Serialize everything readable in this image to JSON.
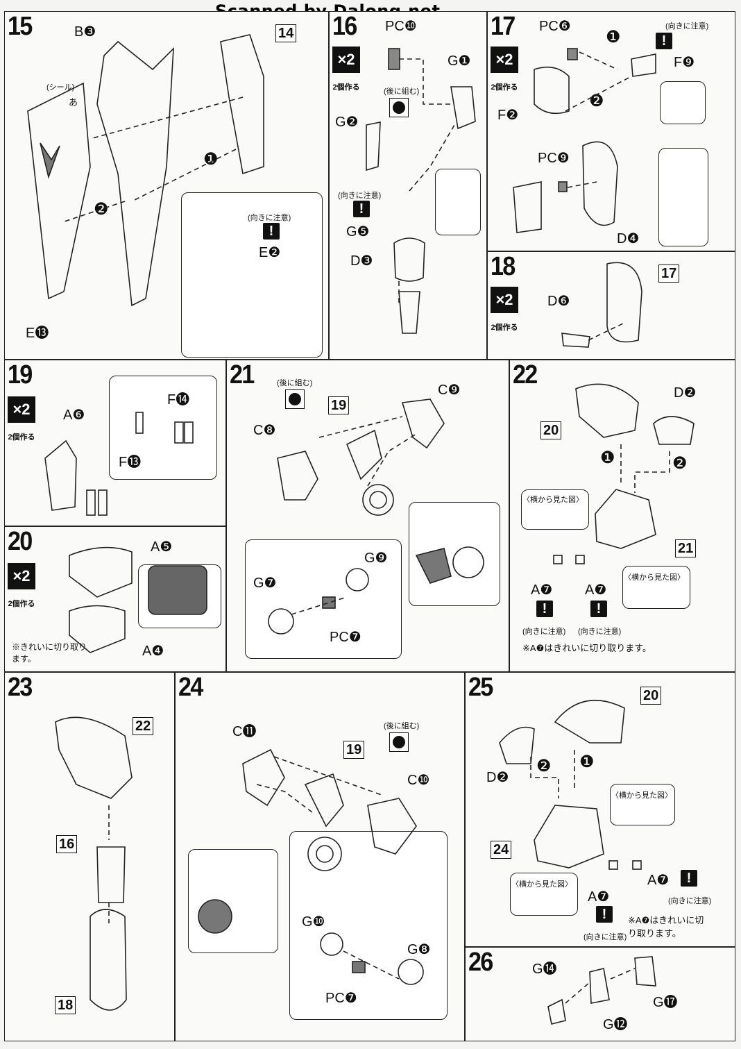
{
  "watermark": "Scanned by Dalong.net",
  "steps": {
    "s15": {
      "number": "15",
      "labels": {
        "b3": "B❸",
        "ref14": "14",
        "sticker": "(シール)",
        "sticker_mark": "あ",
        "e2": "E❷",
        "e13": "E⓭",
        "caution": "(向きに注意)",
        "arrow1": "❶",
        "arrow2": "❷"
      }
    },
    "s16": {
      "number": "16",
      "x2": "×2",
      "x2_sub": "2個作る",
      "labels": {
        "pc10": "PC❿",
        "g1": "G❶",
        "g2": "G❷",
        "later": "(後に組む)",
        "caution": "(向きに注意)",
        "g5": "G❺",
        "d3": "D❸"
      }
    },
    "s17": {
      "number": "17",
      "x2": "×2",
      "x2_sub": "2個作る",
      "labels": {
        "pc6": "PC❻",
        "caution": "(向きに注意)",
        "f9": "F❾",
        "f2": "F❷",
        "pc9": "PC❾",
        "d4": "D❹",
        "arrow1": "❶",
        "arrow2": "❷"
      }
    },
    "s18": {
      "number": "18",
      "x2": "×2",
      "x2_sub": "2個作る",
      "labels": {
        "d6": "D❻",
        "ref17": "17"
      }
    },
    "s19": {
      "number": "19",
      "x2": "×2",
      "x2_sub": "2個作る",
      "labels": {
        "a6": "A❻",
        "f14": "F⓮",
        "f13": "F⓭"
      }
    },
    "s20": {
      "number": "20",
      "x2": "×2",
      "x2_sub": "2個作る",
      "labels": {
        "a5": "A❺",
        "a4": "A❹",
        "note": "※きれいに切り取ります。"
      }
    },
    "s21": {
      "number": "21",
      "labels": {
        "later": "(後に組む)",
        "ref19": "19",
        "c9": "C❾",
        "c8": "C❽",
        "g9": "G❾",
        "g7": "G❼",
        "pc7": "PC❼"
      }
    },
    "s22": {
      "number": "22",
      "labels": {
        "ref20": "20",
        "d2": "D❷",
        "side_view": "〈横から見た図〉",
        "ref21": "21",
        "a7": "A❼",
        "caution": "(向きに注意)",
        "note": "※A❼はきれいに切り取ります。",
        "arrow1": "❶",
        "arrow2": "❷"
      }
    },
    "s23": {
      "number": "23",
      "labels": {
        "ref22": "22",
        "ref16": "16",
        "ref18": "18"
      }
    },
    "s24": {
      "number": "24",
      "labels": {
        "c11": "C⓫",
        "ref19": "19",
        "later": "(後に組む)",
        "c10": "C❿",
        "g10": "G❿",
        "g8": "G❽",
        "pc7": "PC❼"
      }
    },
    "s25": {
      "number": "25",
      "labels": {
        "ref20": "20",
        "d2": "D❷",
        "side_view": "〈横から見た図〉",
        "ref24": "24",
        "a7": "A❼",
        "caution": "(向きに注意)",
        "note": "※A❼はきれいに切り取ります。",
        "arrow1": "❶",
        "arrow2": "❷"
      }
    },
    "s26": {
      "number": "26",
      "labels": {
        "g14": "G⓮",
        "g17": "G⓱",
        "g12": "G⓬"
      }
    }
  }
}
